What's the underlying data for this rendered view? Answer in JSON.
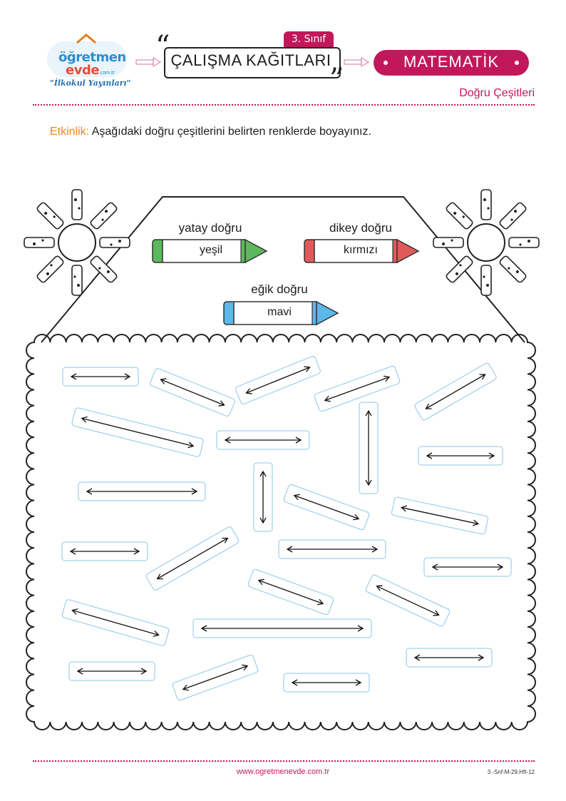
{
  "header": {
    "logo": {
      "line1": "öğretmen",
      "line2": "evde",
      "domain": ".com.tr",
      "tagline": "\"İlkokul Yayınları\""
    },
    "grade": "3. Sınıf",
    "title": "ÇALIŞMA KAĞITLARI",
    "subject": "MATEMATİK",
    "topic": "Doğru Çeşitleri",
    "open_quote": "“",
    "close_quote": "”"
  },
  "instruction": {
    "label": "Etkinlik:",
    "text": "Aşağıdaki doğru çeşitlerini belirten renklerde boyayınız."
  },
  "legend": [
    {
      "name": "yatay doğru",
      "color_word": "yeşil",
      "color": "#5cb85c"
    },
    {
      "name": "dikey doğru",
      "color_word": "kırmızı",
      "color": "#e05a5a"
    },
    {
      "name": "eğik doğru",
      "color_word": "mavi",
      "color": "#5bb8e8"
    }
  ],
  "footer": {
    "url": "www.ogretmenevde.com.tr",
    "code": "3.-Snf-M-29.Hft-12"
  }
}
